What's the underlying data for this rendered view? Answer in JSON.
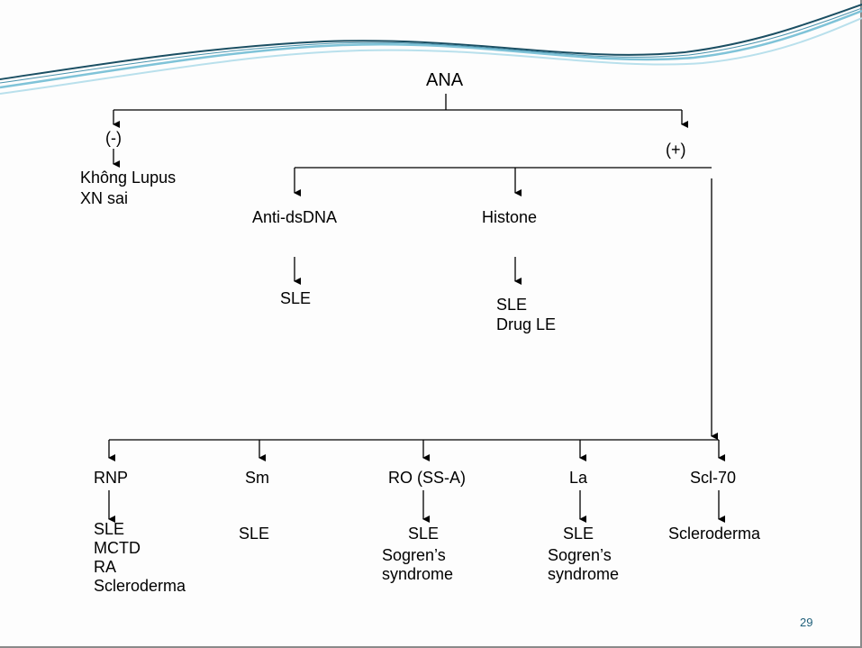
{
  "root": "ANA",
  "negative": {
    "label": "(-)",
    "result_line1": "Không Lupus",
    "result_line2": "XN sai"
  },
  "positive": {
    "label": "(+)"
  },
  "mid": {
    "anti_dsdna": {
      "label": "Anti-dsDNA",
      "result": "SLE"
    },
    "histone": {
      "label": "Histone",
      "result_line1": "SLE",
      "result_line2": "Drug LE"
    }
  },
  "bottom": {
    "rnp": {
      "label": "RNP",
      "r1": "SLE",
      "r2": "MCTD",
      "r3": "RA",
      "r4": "Scleroderma"
    },
    "sm": {
      "label": "Sm",
      "r1": "SLE"
    },
    "ro": {
      "label": "RO (SS-A)",
      "r1": "SLE",
      "r2": "Sogren’s",
      "r3": "syndrome"
    },
    "la": {
      "label": "La",
      "r1": "SLE",
      "r2": "Sogren’s",
      "r3": "syndrome"
    },
    "scl70": {
      "label": "Scl-70",
      "r1": "Scleroderma"
    }
  },
  "page_number": "29",
  "colors": {
    "wave_dark": "#1b4f63",
    "wave_light": "#7fc3d8",
    "page_number": "#1f5f7a"
  }
}
